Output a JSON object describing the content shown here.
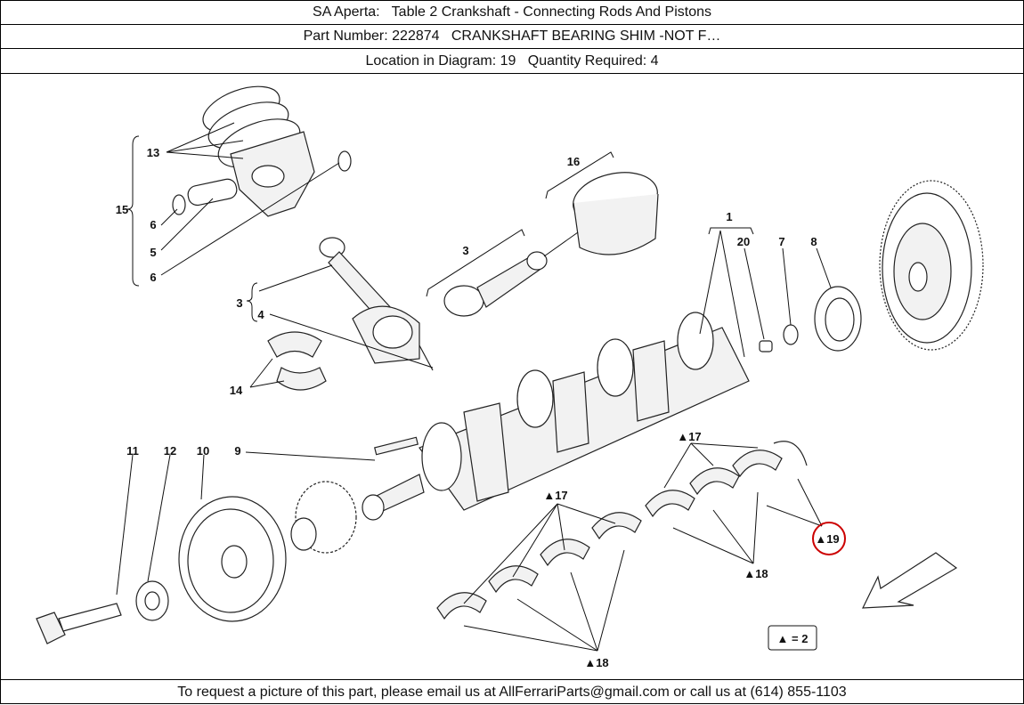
{
  "header": {
    "title_line": "SA Aperta:   Table 2 Crankshaft - Connecting Rods And Pistons",
    "part_line": "Part Number: 222874   CRANKSHAFT BEARING SHIM -NOT F…",
    "location_line": "Location in Diagram: 19   Quantity Required: 4"
  },
  "diagram": {
    "labels": {
      "l13": "13",
      "l15": "15",
      "l6a": "6",
      "l5": "5",
      "l6b": "6",
      "l16": "16",
      "l3a": "3",
      "l3b": "3",
      "l4": "4",
      "l14": "14",
      "l1": "1",
      "l20": "20",
      "l7": "7",
      "l8": "8",
      "l11": "11",
      "l12": "12",
      "l10": "10",
      "l9": "9",
      "l17a": "▲17",
      "l17b": "▲17",
      "l18a": "▲18",
      "l18b": "▲18",
      "l19": "▲19"
    },
    "legend": "▲ = 2",
    "highlight_color": "#cc0000"
  },
  "footer": {
    "text": "To request a picture of this part, please email us at AllFerrariParts@gmail.com or call us at (614) 855-1103"
  }
}
